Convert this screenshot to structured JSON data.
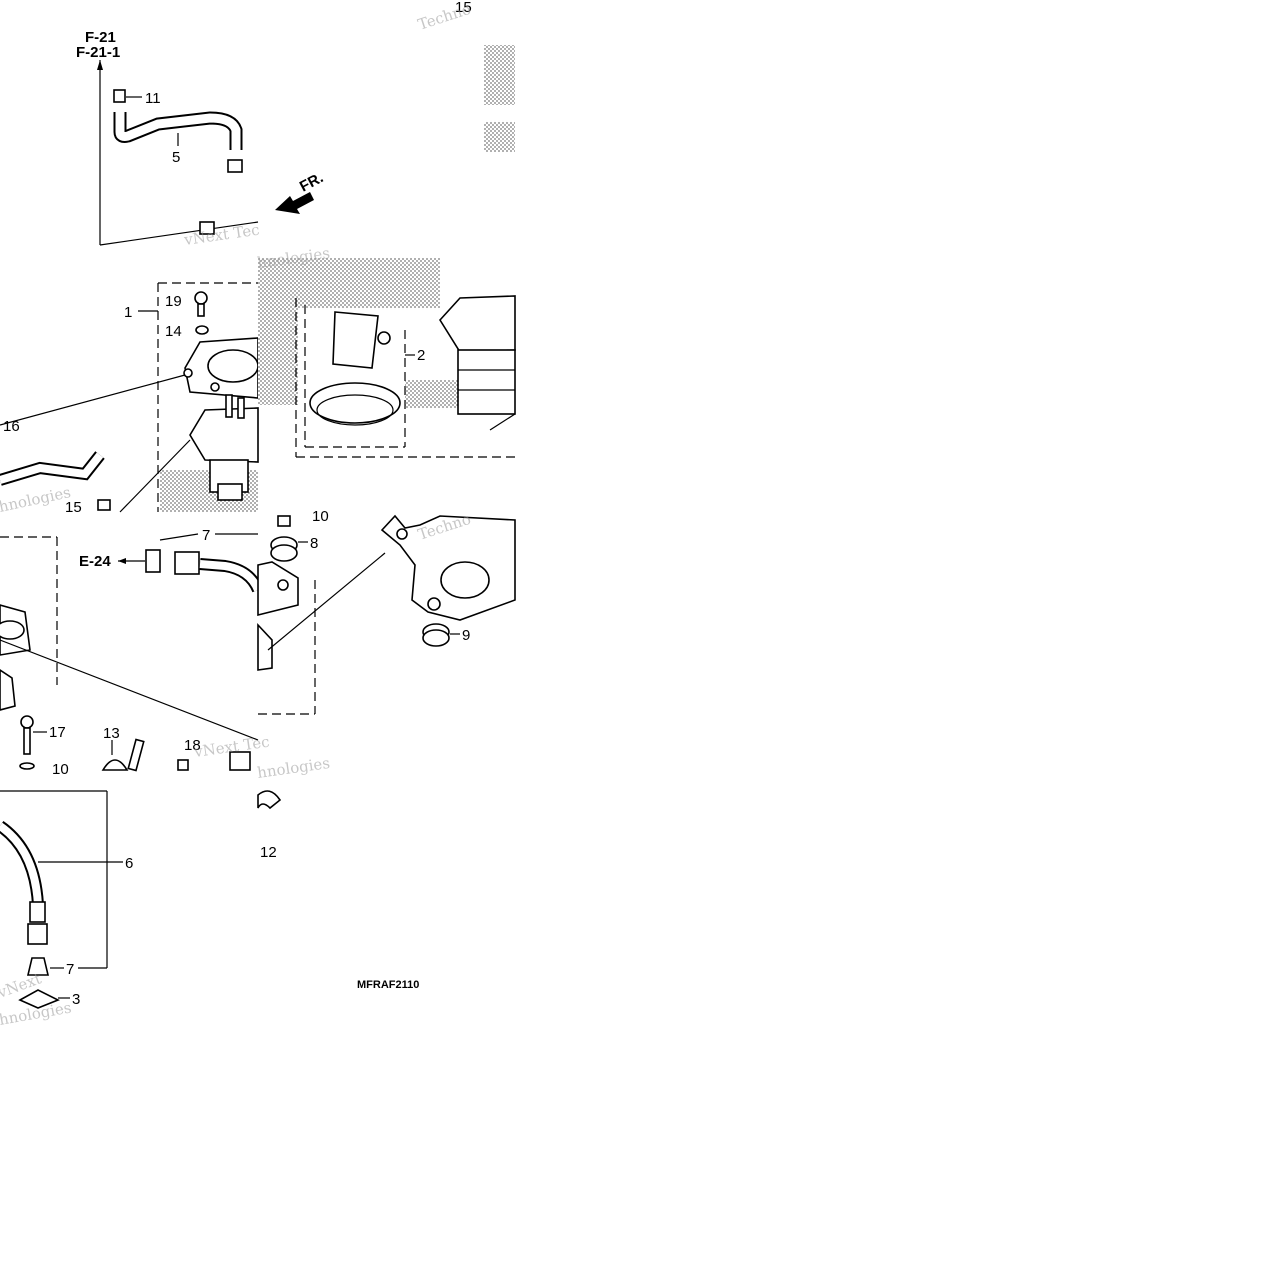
{
  "refs": {
    "f21": "F-21",
    "f21_1": "F-21-1",
    "e24": "E-24",
    "fr": "FR."
  },
  "callouts": {
    "p15_top": "15",
    "p11": "11",
    "p5": "5",
    "p1": "1",
    "p19": "19",
    "p14": "14",
    "p16": "16",
    "p15_mid": "15",
    "p2": "2",
    "p7_top": "7",
    "p10_top": "10",
    "p8": "8",
    "p9": "9",
    "p17": "17",
    "p13": "13",
    "p18": "18",
    "p10_bottom": "10",
    "p6": "6",
    "p12": "12",
    "p7_bottom": "7",
    "p3": "3"
  },
  "diagram_code": "MFRAF2110",
  "watermark": {
    "text1": "vNext Tec",
    "text2": "hnologies",
    "text3": "Techno",
    "text4": "vNext",
    "color": "#9a9a9a"
  }
}
